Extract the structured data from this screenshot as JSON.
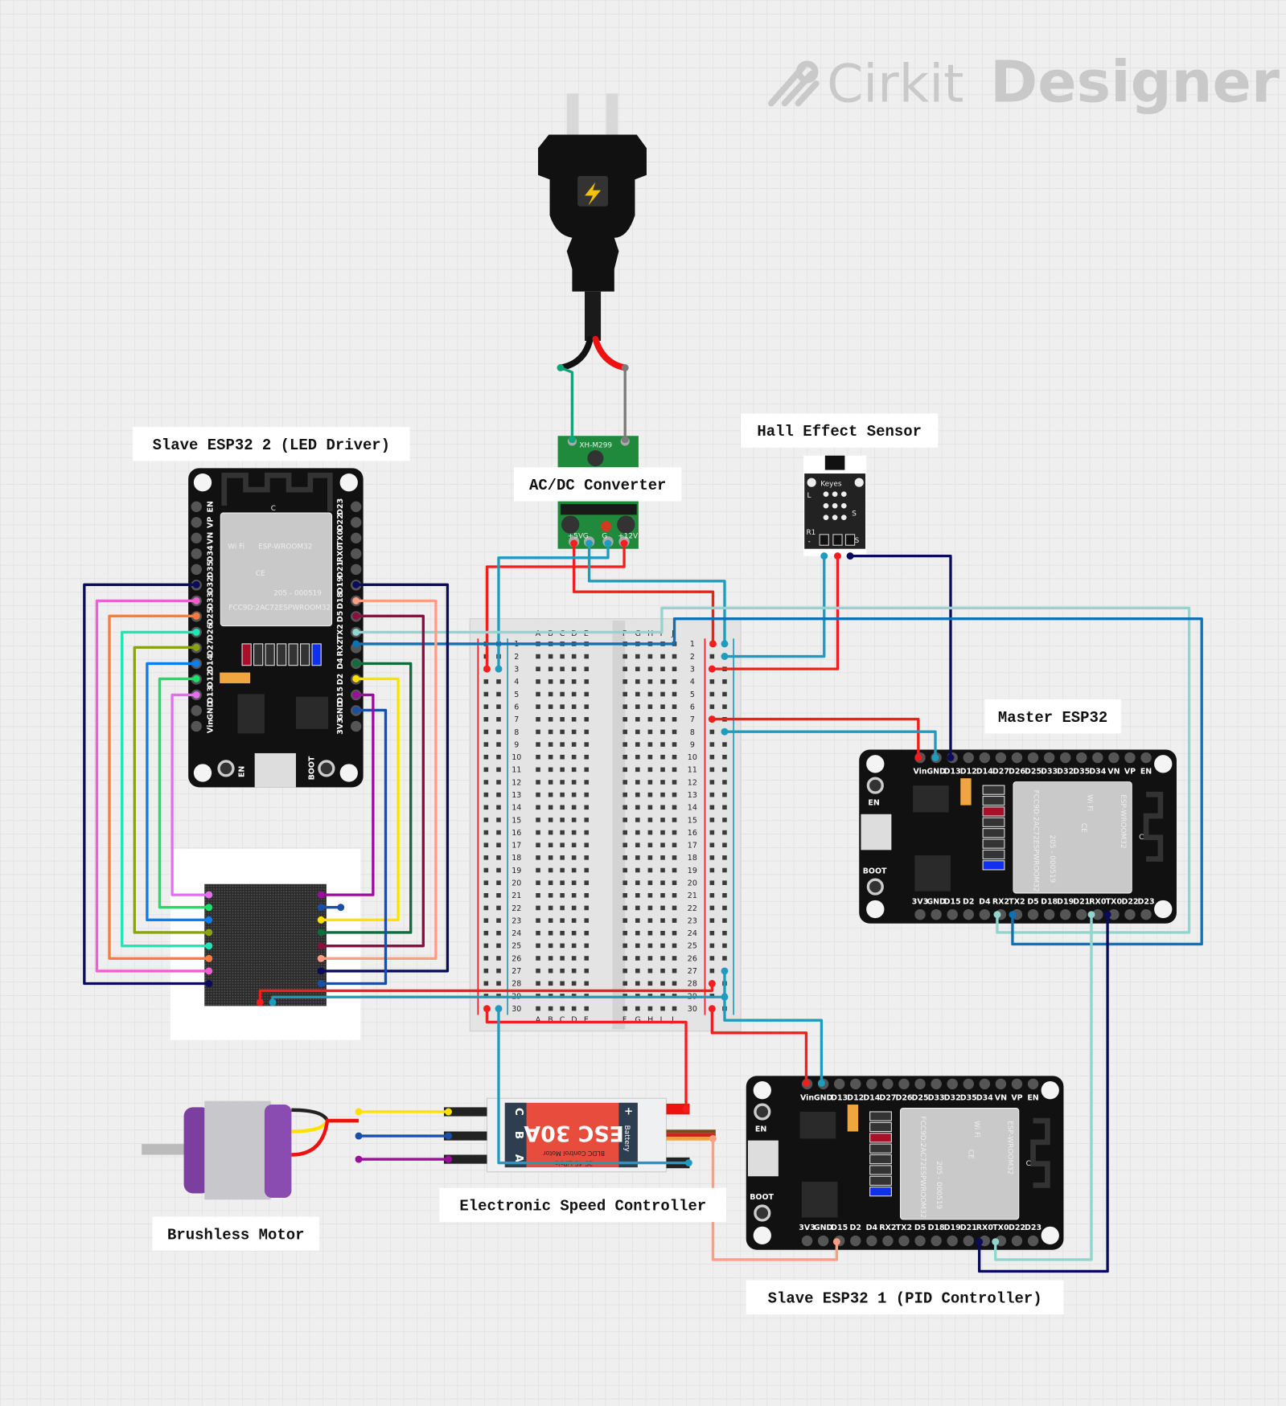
{
  "logo": {
    "word1": "Cirkit",
    "word2": "Designer"
  },
  "labels": {
    "slave2": "Slave ESP32 2 (LED Driver)",
    "acdc": "AC/DC Converter",
    "hall": "Hall Effect Sensor",
    "master": "Master ESP32",
    "motor": "Brushless Motor",
    "esc": "Electronic Speed Controller",
    "slave1": "Slave ESP32 1 (PID Controller)"
  },
  "esp32": {
    "side_a": [
      "Vin",
      "GND",
      "D13",
      "D12",
      "D14",
      "D27",
      "D26",
      "D25",
      "D33",
      "D32",
      "D35",
      "D34",
      "VN",
      "VP",
      "EN"
    ],
    "side_b": [
      "3V3",
      "GND",
      "D15",
      "D2",
      "D4",
      "RX2",
      "TX2",
      "D5",
      "D18",
      "D19",
      "D21",
      "RX0",
      "TX0",
      "D22",
      "D23"
    ],
    "module": "ESP-WROOM32",
    "fcc": "FCC9D:2AC72ESPWROOM32",
    "cert": "205 - 000519",
    "wifi": "Wi Fi",
    "ce": "CE",
    "antenna_mark": "C",
    "en": "EN",
    "boot": "BOOT"
  },
  "breadboard": {
    "cols_left": [
      "A",
      "B",
      "C",
      "D",
      "E"
    ],
    "cols_right": [
      "F",
      "G",
      "H",
      "I",
      "J"
    ],
    "rows": [
      "1",
      "2",
      "3",
      "4",
      "5",
      "6",
      "7",
      "8",
      "9",
      "10",
      "11",
      "12",
      "13",
      "14",
      "15",
      "16",
      "17",
      "18",
      "19",
      "20",
      "21",
      "22",
      "23",
      "24",
      "25",
      "26",
      "27",
      "28",
      "29",
      "30"
    ]
  },
  "converter": {
    "model": "XH-M299",
    "pins": [
      "+5V",
      "G",
      "G",
      "+12V"
    ]
  },
  "hall_sensor": {
    "brand": "Keyes",
    "s": "S",
    "l": "L",
    "r1": "R1",
    "minus": "-"
  },
  "esc": {
    "title": "ESC 30A",
    "sub1": "BLDC Control Motor",
    "sub2": "2S-4S LiPo's",
    "phases": [
      "C",
      "B",
      "A"
    ],
    "plus": "+",
    "battery": "Battery",
    "minus": "-"
  },
  "wire_colors": {
    "red": "#f21e1e",
    "teal": "#1f9bbd",
    "lightteal": "#92d5cf",
    "blue": "#0b72b8",
    "navy": "#0b0b5c",
    "pink": "#ee5fd0",
    "orange": "#ff7a3d",
    "aqua": "#1de8b5",
    "olive": "#8aa312",
    "azure": "#0e7df0",
    "green": "#19e06a",
    "violet": "#e56df0",
    "salmon": "#ff9c84",
    "maroon": "#8a0f3e",
    "darkgreen": "#0c6e3c",
    "yellow": "#ffe100",
    "purple": "#9b0d9b",
    "cobalt": "#1a4fa8",
    "plugGreen": "#13a37a",
    "gray": "#7b7b7b"
  }
}
